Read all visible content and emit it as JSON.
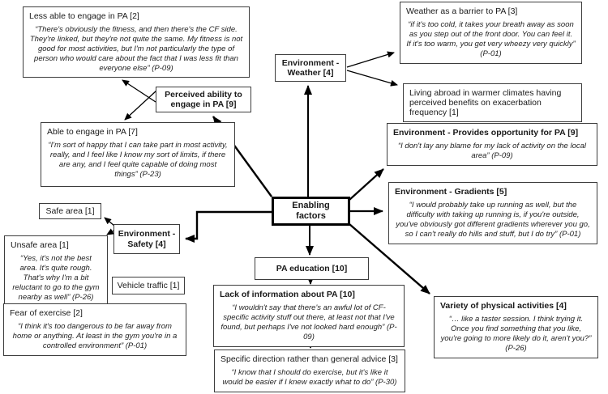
{
  "figure": {
    "background_color": "#ffffff",
    "line_color": "#000000",
    "box_border_color": "#3d3d3d"
  },
  "center": {
    "label": "Enabling factors"
  },
  "boxes": {
    "less_able": {
      "title": "Less able to engage in PA [2]",
      "quote": "“There's obviously the fitness, and then there's the CF side. They're linked, but they're not quite the same. My fitness is not good for most activities, but I'm not particularly the type of person who would care about the fact that I was less fit than everyone else” (P-09)"
    },
    "weather_barrier": {
      "title": "Weather as a barrier to PA [3]",
      "quote": "“if it's too cold, it takes your breath away as soon as you step out of the front door. You can feel it. If it's too warm, you get very wheezy very quickly” (P-01)"
    },
    "env_weather": {
      "title": "Environment - Weather [4]"
    },
    "living_abroad": {
      "title": "Living abroad in warmer climates having perceived benefits on exacerbation frequency [1]"
    },
    "perceived_ability": {
      "title": "Perceived ability to engage in PA [9]"
    },
    "able_engage": {
      "title": "Able to engage in PA [7]",
      "quote": "“I'm sort of happy that I can take part in most activity, really, and I feel like I know my sort of limits, if there are any, and I feel quite capable of doing most things” (P-23)"
    },
    "provides_opportunity": {
      "title": "Environment - Provides opportunity for PA [9]",
      "quote": "“I don't lay any blame for my lack of activity on the local area” (P-09)"
    },
    "gradients": {
      "title": "Environment - Gradients [5]",
      "quote": "“I would probably take up running as well, but the difficulty with taking up running is, if you're outside, you've obviously got different gradients wherever you go, so I can't really do hills and stuff, but I do try” (P-01)"
    },
    "safe_area": {
      "title": "Safe area [1]"
    },
    "env_safety": {
      "title": "Environment - Safety [4]"
    },
    "unsafe_area": {
      "title": "Unsafe area [1]",
      "quote": "“Yes, it's not the best area. It's quite rough. That's why I'm a bit reluctant to go to the gym nearby as well” (P-26)"
    },
    "vehicle_traffic": {
      "title": "Vehicle traffic [1]"
    },
    "fear_exercise": {
      "title": "Fear of exercise [2]",
      "quote": "“I think it's too dangerous to be far away from home or anything. At least in the gym you're in a controlled environment” (P-01)"
    },
    "pa_education": {
      "title": "PA education [10]"
    },
    "lack_info": {
      "title": "Lack of information about PA [10]",
      "quote": "“I wouldn't say that there's an awful lot of CF-specific activity stuff out there, at least not that I've found, but perhaps I've not looked hard enough” (P-09)"
    },
    "specific_direction": {
      "title": "Specific direction rather than general advice [3]",
      "quote": "“I know that I should do exercise, but it's like it would be easier if I knew exactly what to do” (P-30)"
    },
    "variety": {
      "title": "Variety of physical activities [4]",
      "quote": "“… like a taster session. I think trying it. Once you find something that you like, you're going to more likely do it, aren't you?” (P-26)"
    }
  }
}
